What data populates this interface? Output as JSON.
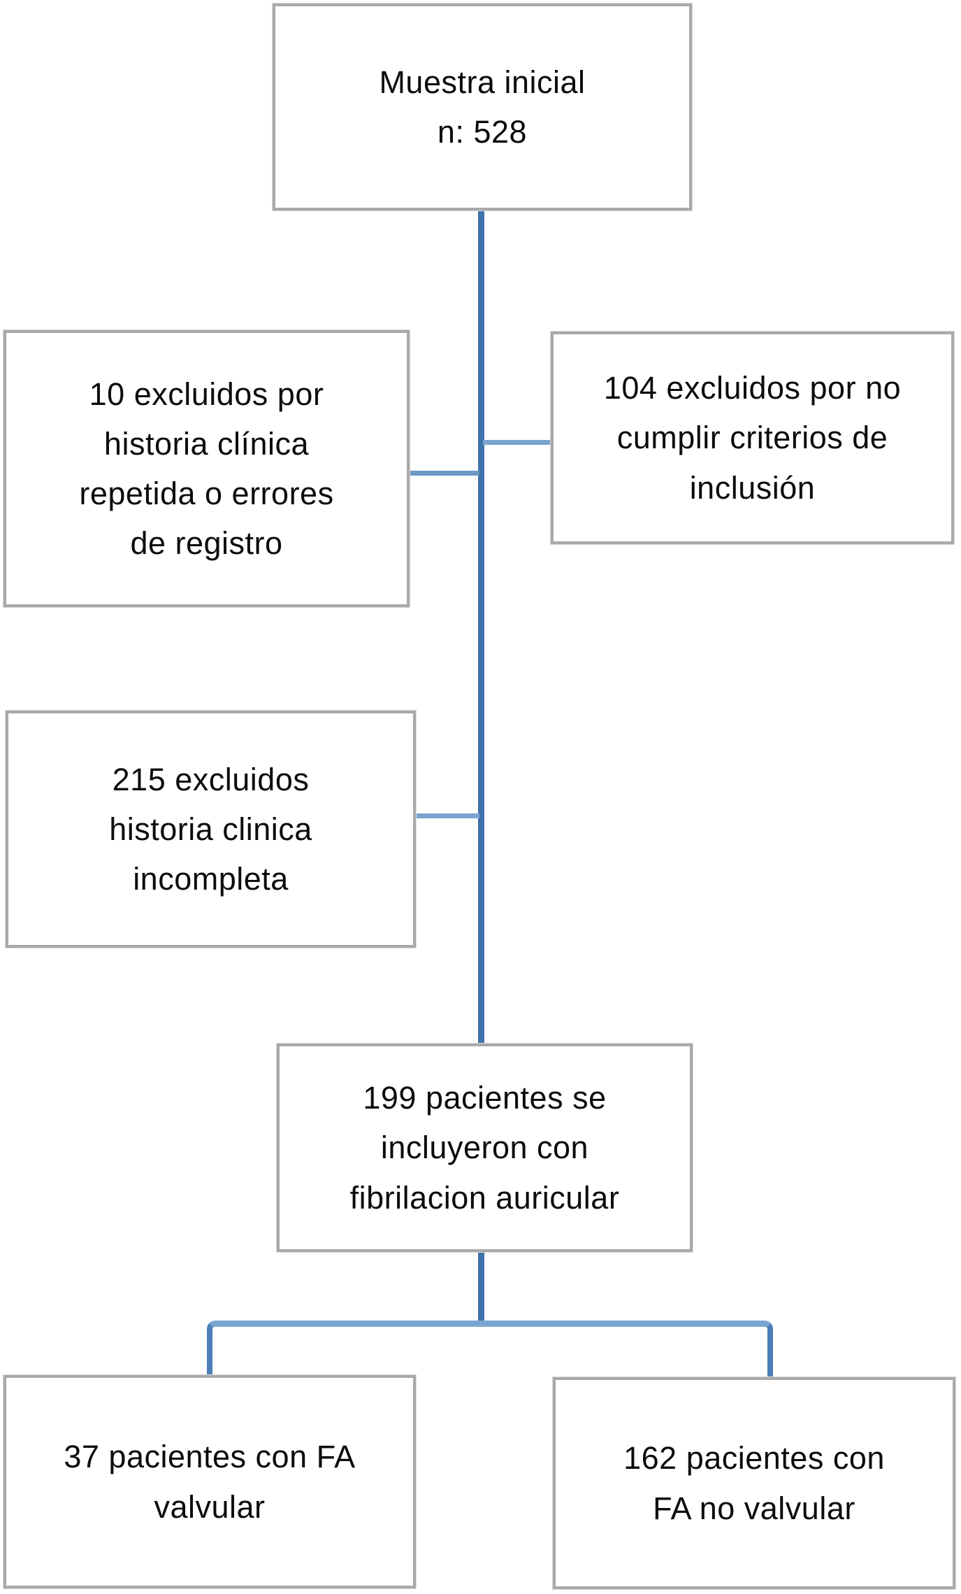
{
  "diagram": {
    "type": "patient-flowchart",
    "language": "es",
    "colors": {
      "background": "#ffffff",
      "box_fill": "#ffffff",
      "box_border": "#a9a9a9",
      "line_main": "#3f73ab",
      "line_connector": "#7ba4cf",
      "line_elbow_vertical": "#4c7fb5",
      "text": "#0c0c0c"
    },
    "boxes": {
      "initial": {
        "text": "Muestra inicial\nn: 528"
      },
      "excl_repeated": {
        "text": "10 excluidos por\nhistoria clínica\nrepetida o errores\nde registro"
      },
      "excl_criteria": {
        "text": "104 excluidos por no\ncumplir criterios de\ninclusión"
      },
      "excl_incomplete": {
        "text": "215 excluidos\nhistoria clinica\nincompleta"
      },
      "included": {
        "text": "199 pacientes se\nincluyeron con\nfibrilacion auricular"
      },
      "fa_valvular": {
        "text": "37 pacientes con FA\nvalvular"
      },
      "fa_no_valvular": {
        "text": "162 pacientes con\nFA no valvular"
      }
    },
    "values": {
      "initial_n": 528,
      "excluded_repeated_or_registry_errors": 10,
      "excluded_inclusion_criteria": 104,
      "excluded_incomplete_history": 215,
      "included_atrial_fibrillation": 199,
      "valvular_af": 37,
      "non_valvular_af": 162
    }
  }
}
